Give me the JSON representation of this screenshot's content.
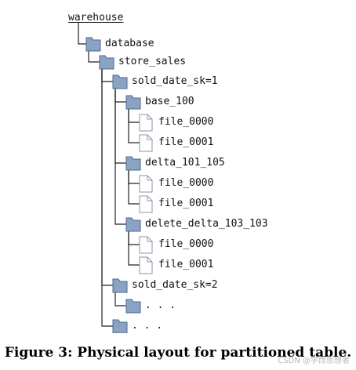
{
  "tree": {
    "root": "warehouse",
    "nodes": [
      {
        "id": "n1",
        "parent": null,
        "type": "folder",
        "label": "database"
      },
      {
        "id": "n2",
        "parent": "n1",
        "type": "folder",
        "label": "store_sales"
      },
      {
        "id": "n3",
        "parent": "n2",
        "type": "folder",
        "label": "sold_date_sk=1"
      },
      {
        "id": "n4",
        "parent": "n3",
        "type": "folder",
        "label": "base_100"
      },
      {
        "id": "n5",
        "parent": "n4",
        "type": "file",
        "label": "file_0000"
      },
      {
        "id": "n6",
        "parent": "n4",
        "type": "file",
        "label": "file_0001"
      },
      {
        "id": "n7",
        "parent": "n3",
        "type": "folder",
        "label": "delta_101_105"
      },
      {
        "id": "n8",
        "parent": "n7",
        "type": "file",
        "label": "file_0000"
      },
      {
        "id": "n9",
        "parent": "n7",
        "type": "file",
        "label": "file_0001"
      },
      {
        "id": "n10",
        "parent": "n3",
        "type": "folder",
        "label": "delete_delta_103_103"
      },
      {
        "id": "n11",
        "parent": "n10",
        "type": "file",
        "label": "file_0000"
      },
      {
        "id": "n12",
        "parent": "n10",
        "type": "file",
        "label": "file_0001"
      },
      {
        "id": "n13",
        "parent": "n2",
        "type": "folder",
        "label": "sold_date_sk=2"
      },
      {
        "id": "n14",
        "parent": "n13",
        "type": "folder",
        "label": ". . ."
      },
      {
        "id": "n15",
        "parent": "n2",
        "type": "folder",
        "label": ". . ."
      }
    ]
  },
  "caption": "Figure 3: Physical layout for partitioned table.",
  "watermark": "CSDN @学而思想者",
  "colors": {
    "folder_fill": "#8aa3c2",
    "folder_stroke": "#4e6a8f",
    "file_stroke": "#8a96a8",
    "line": "#222222"
  }
}
